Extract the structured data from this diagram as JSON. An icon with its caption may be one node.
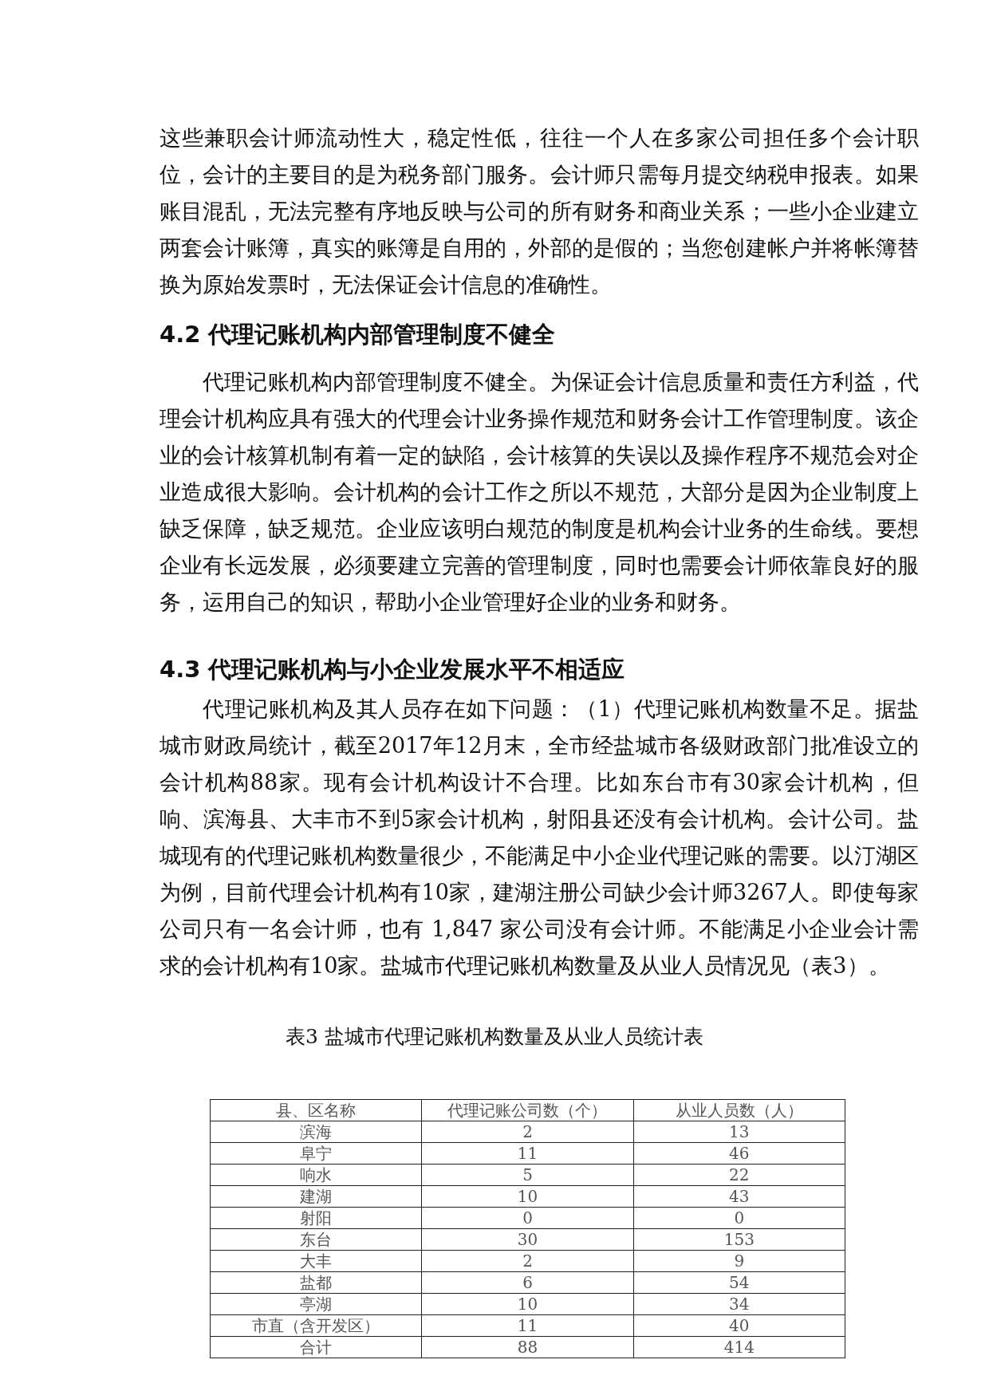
{
  "diagram": {
    "caption": "表3 盐城市代理记账机构数量及从业人员统计表",
    "labels": [
      "这些兼职会计师流动性大，稳定性低，往往一个人在多家公司担任多个会计职位，会计的主要目的是为税务部门服务。会计师只需每月提交纳税申报表。如果账目混乱，无法完整有序地反映与公司的所有财务和商业关系；一些小企业建立两套会计账簿，真实的账簿是自用的，外部的是假的；当您创建帐户并将帐簿替换为原始发票时，无法保证会计信息的准确性。",
      "4.2 代理记账机构内部管理制度不健全",
      "代理记账机构内部管理制度不健全。为保证会计信息质量和责任方利益，代理会计机构应具有强大的代理会计业务操作规范和财务会计工作管理制度。该企业的会计核算机制有着一定的缺陷，会计核算的失误以及操作程序不规范会对企业造成很大影响。会计机构的会计工作之所以不规范，大部分是因为企业制度上缺乏保障，缺乏规范。企业应该明白规范的制度是机构会计业务的生命线。要想企业有长远发展，必须要建立完善的管理制度，同时也需要会计师依靠良好的服务，运用自己的知识，帮助小企业管理好企业的业务和财务。",
      "4.3 代理记账机构与小企业发展水平不相适应",
      "代理记账机构及其人员存在如下问题：（1）代理记账机构数量不足。据盐城市财政局统计，截至2017年12月末，全市经盐城市各级财政部门批准设立的会计机构88家。现有会计机构设计不合理。比如东台市有30家会计机构，但响、滨海县、大丰市不到5家会计机构，射阳县还没有会计机构。会计公司。盐城现有的代理记账机构数量很少，不能满足中小企业代理记账的需要。以汀湖区为例，目前代理会计机构有10家，建湖注册公司缺少会计师3267人。即使每家公司只有一名会计师，也有 1,847 家公司没有会计师。不能满足小企业会计需求的会计机构有10家。盐城市代理记账机构数量及从业人员情况见（表3）。",
      "县、区名称",
      "代理记账公司数（个）",
      "从业人员数（人）",
      "滨海",
      "2",
      "13",
      "阜宁",
      "11",
      "46",
      "响水",
      "5",
      "22",
      "建湖",
      "10",
      "43",
      "射阳",
      "0",
      "0",
      "东台",
      "30",
      "153",
      "大丰",
      "2",
      "9",
      "盐都",
      "6",
      "54",
      "亭湖",
      "10",
      "34",
      "市直（含开发区）",
      "11",
      "40",
      "合计",
      "88",
      "414"
    ]
  }
}
